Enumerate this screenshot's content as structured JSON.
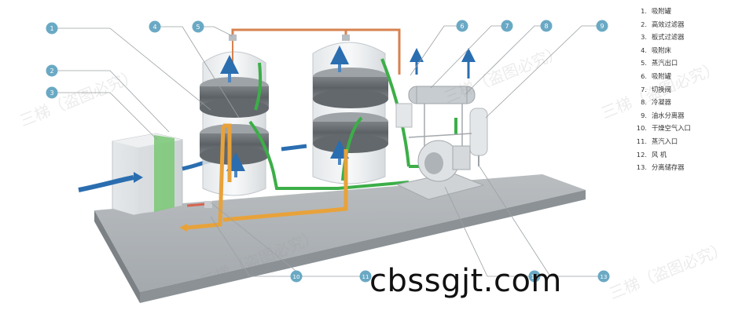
{
  "legend": [
    {
      "num": "1.",
      "label": "吸附罐"
    },
    {
      "num": "2.",
      "label": "高效过滤器"
    },
    {
      "num": "3.",
      "label": "板式过滤器"
    },
    {
      "num": "4.",
      "label": "吸附床"
    },
    {
      "num": "5.",
      "label": "蒸汽出口"
    },
    {
      "num": "6.",
      "label": "吸附罐"
    },
    {
      "num": "7.",
      "label": "切换阀"
    },
    {
      "num": "8.",
      "label": "冷凝器"
    },
    {
      "num": "9.",
      "label": "油水分离器"
    },
    {
      "num": "10.",
      "label": "干燥空气入口"
    },
    {
      "num": "11.",
      "label": "蒸汽入口"
    },
    {
      "num": "12.",
      "label": "风 机"
    },
    {
      "num": "13.",
      "label": "分离储存器"
    }
  ],
  "badges": [
    "1",
    "2",
    "3",
    "4",
    "5",
    "6",
    "7",
    "8",
    "9",
    "10",
    "11",
    "12",
    "13"
  ],
  "site_text": "cbssgjt.com",
  "watermark_text": "三梯（盗图必究）",
  "colors": {
    "badge": "#6aa9c4",
    "orange_pipe": "#e8a23a",
    "green_pipe": "#3cae48",
    "blue_arrow": "#2a6eb0",
    "base": "#9aa0a4"
  }
}
